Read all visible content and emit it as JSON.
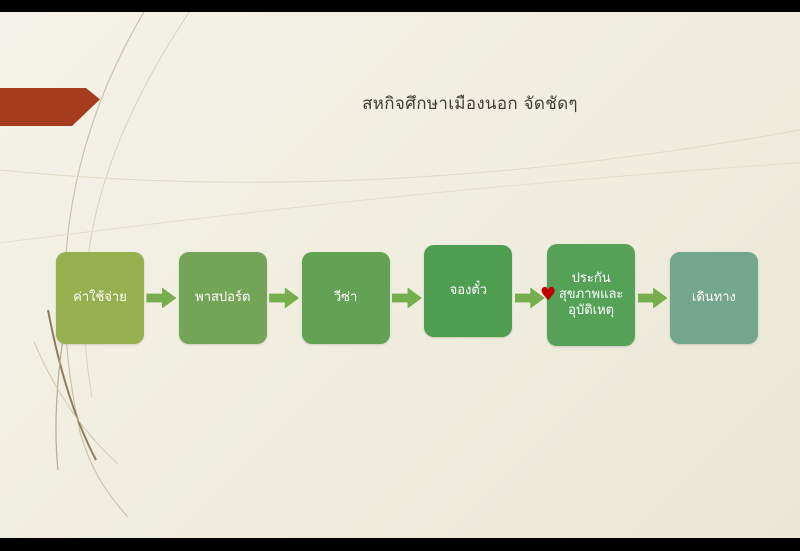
{
  "slide": {
    "title": "สหกิจศึกษาเมืองนอก จัดชัดๆ"
  },
  "diagram": {
    "steps": [
      {
        "label": "ค่าใช้จ่าย",
        "color": "#97b04f"
      },
      {
        "label": "พาสปอร์ต",
        "color": "#74a457"
      },
      {
        "label": "วีซ่า",
        "color": "#63a154"
      },
      {
        "label": "จองตั๋ว",
        "color": "#4f9d50"
      },
      {
        "label": "ประกัน\nสุขภาพและ\nอุบัติเหตุ",
        "color": "#55a158"
      },
      {
        "label": "เดินทาง",
        "color": "#74a58d"
      }
    ],
    "arrow_color": "#76ad4d",
    "heart_icon": "♥",
    "heart_icon_color": "#c00000"
  },
  "theme": {
    "background": "#f0eddf",
    "ribbon_color": "#a53c1e",
    "letterbox_color": "#000000"
  }
}
